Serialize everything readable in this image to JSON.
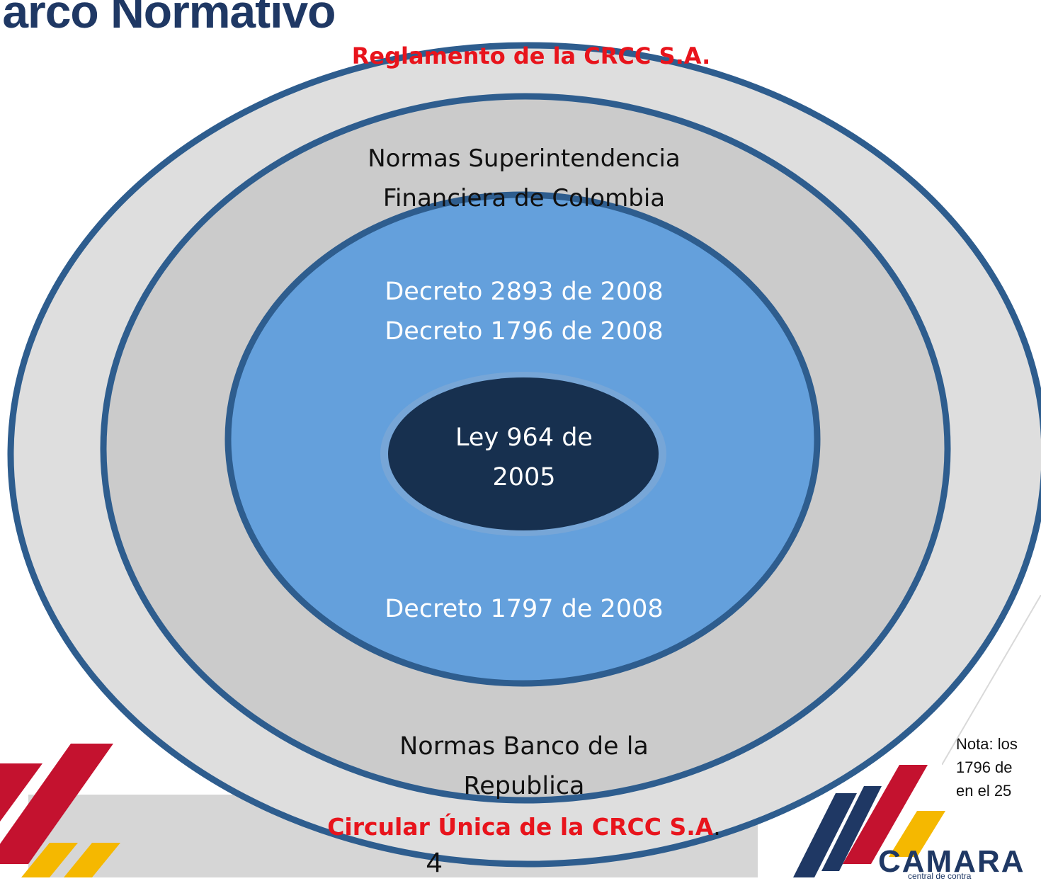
{
  "title": "larco Normativo",
  "rings": {
    "outer_label": "Reglamento de la CRCC S.A.",
    "second_label_lines": [
      "Normas Superintendencia",
      "Financiera de Colombia"
    ],
    "third_label_top_lines": [
      "Decreto 2893 de 2008",
      "Decreto 1796 de 2008"
    ],
    "third_label_bottom": "Decreto 1797 de 2008",
    "core_label_lines": [
      "Ley 964 de",
      "2005"
    ],
    "second_label_bottom_lines": [
      "Normas Banco de la",
      "Republica"
    ],
    "outer_label_bottom": "Circular Única de la CRCC S.A",
    "outer_label_bottom_suffix": "."
  },
  "page_number": "4",
  "note_lines": [
    "Nota: los",
    "1796 de",
    "en el 25"
  ],
  "logo": {
    "name": "CAMARA",
    "subtitle": "central de contra"
  },
  "colors": {
    "title": "#1f3864",
    "ring_stroke": "#2e5d8e",
    "outer_fill": "#dedede",
    "second_fill": "#cbcbcb",
    "third_fill": "#64a0dc",
    "core_fill": "#17304f",
    "accent_red": "#e8141c",
    "accent_yellow": "#f5b800",
    "accent_crimson": "#c4122f"
  }
}
